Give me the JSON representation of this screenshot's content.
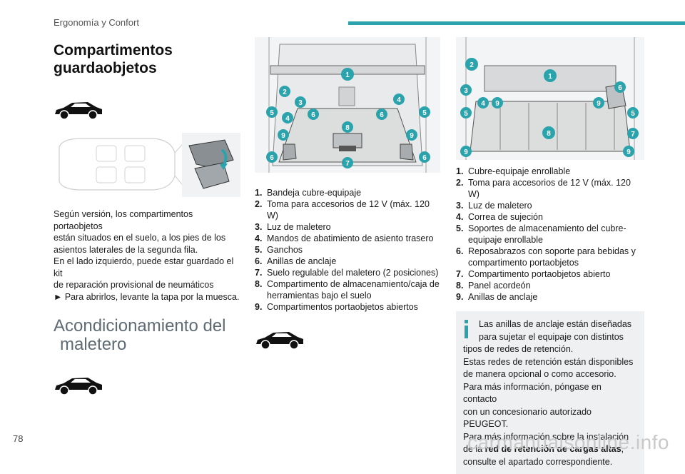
{
  "header": {
    "section": "Ergonomía y Confort",
    "accent": "#2aa3ad"
  },
  "page_number": "78",
  "watermark": "carmanualsonline.info",
  "col1": {
    "title": "Compartimentos guardaobjetos",
    "intro_lines": [
      "Según versión, los compartimentos portaobjetos",
      "están situados en el suelo, a los pies de los",
      "asientos laterales de la segunda fila.",
      "En el lado izquierdo, puede estar guardado el kit",
      "de reparación provisional de neumáticos",
      "► Para abrirlos, levante la tapa por la muesca."
    ],
    "subtitle_line1": "Acondicionamiento del",
    "subtitle_line2": "maletero"
  },
  "col2": {
    "callouts": [
      "1",
      "2",
      "3",
      "4",
      "5",
      "6",
      "6",
      "5",
      "4",
      "9",
      "9",
      "8",
      "6",
      "6",
      "7"
    ],
    "items": [
      {
        "num": "1.",
        "text": "Bandeja cubre-equipaje"
      },
      {
        "num": "2.",
        "text": "Toma para accesorios de 12 V (máx. 120 W)"
      },
      {
        "num": "3.",
        "text": "Luz de maletero"
      },
      {
        "num": "4.",
        "text": "Mandos de abatimiento de asiento trasero"
      },
      {
        "num": "5.",
        "text": "Ganchos"
      },
      {
        "num": "6.",
        "text": "Anillas de anclaje"
      },
      {
        "num": "7.",
        "text": "Suelo regulable del maletero (2 posiciones)"
      },
      {
        "num": "8.",
        "text": "Compartimento de almacenamiento/caja de herramientas bajo el suelo"
      },
      {
        "num": "9.",
        "text": "Compartimentos portaobjetos abiertos"
      }
    ]
  },
  "col3": {
    "items": [
      {
        "num": "1.",
        "text": "Cubre-equipaje enrollable"
      },
      {
        "num": "2.",
        "text": "Toma para accesorios de 12 V (máx. 120 W)"
      },
      {
        "num": "3.",
        "text": "Luz de maletero"
      },
      {
        "num": "4.",
        "text": "Correa de sujeción"
      },
      {
        "num": "5.",
        "text": "Soportes de almacenamiento del cubre-equipaje enrollable"
      },
      {
        "num": "6.",
        "text": "Reposabrazos con soporte para bebidas y compartimento portaobjetos"
      },
      {
        "num": "7.",
        "text": "Compartimento portaobjetos abierto"
      },
      {
        "num": "8.",
        "text": "Panel acordeón"
      },
      {
        "num": "9.",
        "text": "Anillas de anclaje"
      }
    ],
    "info_lines": [
      "Las anillas de anclaje están diseñadas",
      "para sujetar el equipaje con distintos",
      "tipos de redes de retención.",
      "Estas redes de retención están disponibles",
      "de manera opcional o como accesorio.",
      "Para más información, póngase en contacto",
      "con un concesionario autorizado PEUGEOT.",
      "Para más información sobre la instalación"
    ],
    "info_line9_pre": "de la ",
    "info_line9_bold": "red de retención de cargas altas",
    "info_line9_post": ",",
    "info_line10": "consulte el apartado correspondiente."
  }
}
